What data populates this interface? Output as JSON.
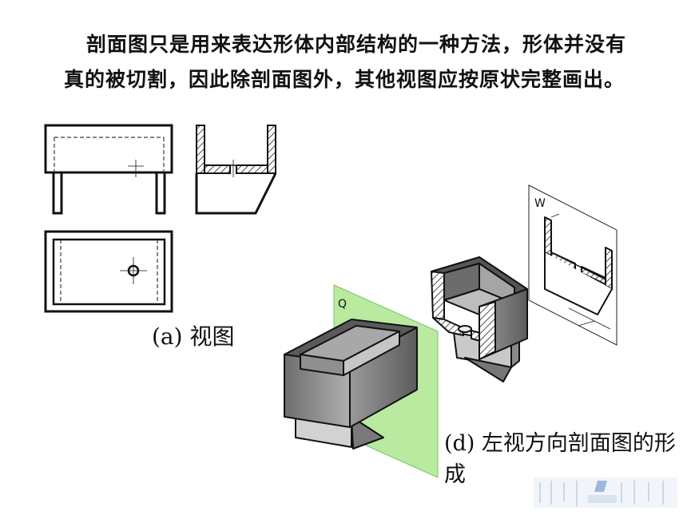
{
  "text": {
    "paragraph": "剖面图只是用来表达形体内部结构的一种方法，形体并没有真的被切割，因此除剖面图外，其他视图应按原状完整画出。"
  },
  "captions": {
    "views": "(a)  视图",
    "formation": "(d)  左视方向剖面图的形成"
  },
  "labels": {
    "cut_plane": "Q",
    "projection_plane": "W"
  },
  "colors": {
    "plane_green": "#b9eaa0",
    "section_hatch": "#e8b84a",
    "solid_gray": "#8a8a8a"
  }
}
